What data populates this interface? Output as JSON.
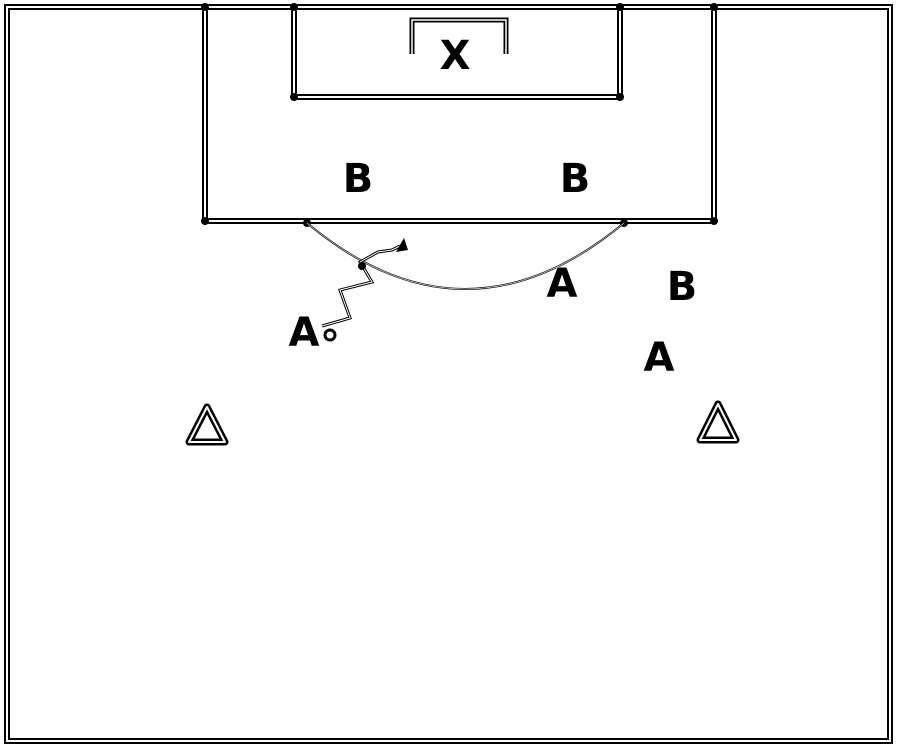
{
  "diagram": {
    "goalkeeper": {
      "label": "X"
    },
    "players": [
      {
        "id": "b-left",
        "label": "B"
      },
      {
        "id": "b-right",
        "label": "B"
      },
      {
        "id": "b-wide-right",
        "label": "B"
      },
      {
        "id": "a-dribbler",
        "label": "A"
      },
      {
        "id": "a-arc-right",
        "label": "A"
      },
      {
        "id": "a-deep-right",
        "label": "A"
      }
    ],
    "cones": [
      {
        "id": "cone-left"
      },
      {
        "id": "cone-right"
      }
    ],
    "colors": {
      "lines": "#000000",
      "background": "#ffffff"
    }
  }
}
